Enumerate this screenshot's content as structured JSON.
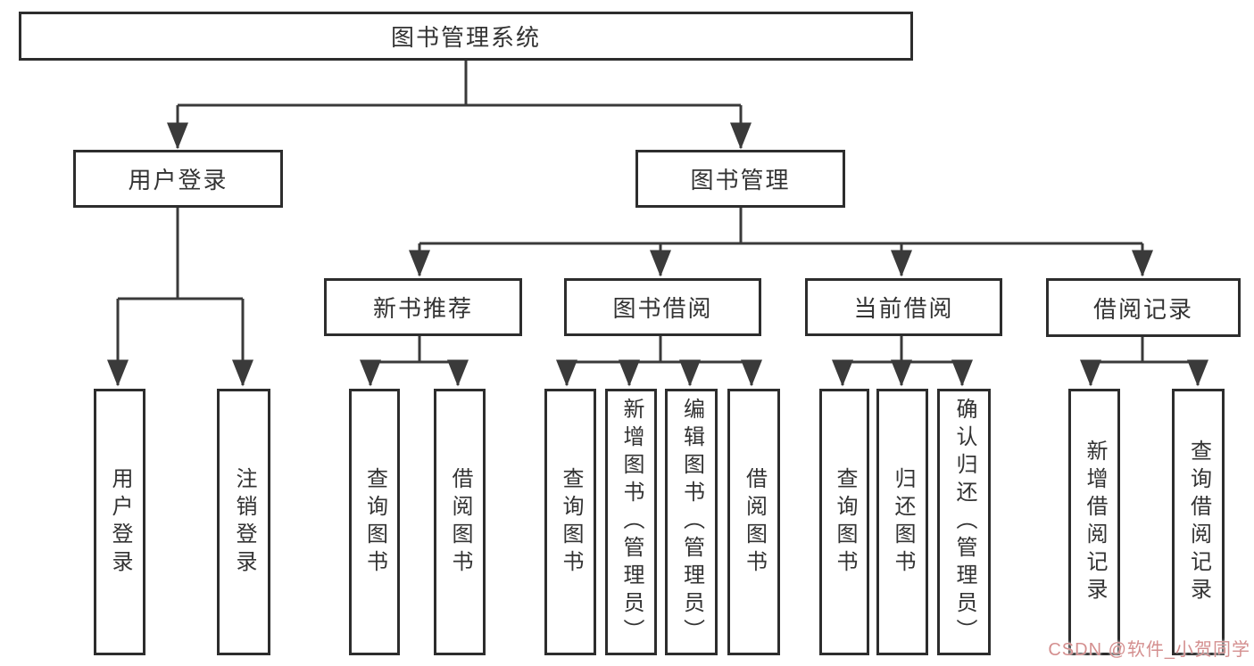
{
  "diagram": {
    "root": {
      "label": "图书管理系统"
    },
    "branches": [
      {
        "label": "用户登录",
        "children": [
          {
            "label": "用户登录"
          },
          {
            "label": "注销登录"
          }
        ]
      },
      {
        "label": "图书管理",
        "children": [
          {
            "label": "新书推荐",
            "children": [
              {
                "label": "查询图书"
              },
              {
                "label": "借阅图书"
              }
            ]
          },
          {
            "label": "图书借阅",
            "children": [
              {
                "label": "查询图书"
              },
              {
                "label": "新增图书（管理员）"
              },
              {
                "label": "编辑图书（管理员）"
              },
              {
                "label": "借阅图书"
              }
            ]
          },
          {
            "label": "当前借阅",
            "children": [
              {
                "label": "查询图书"
              },
              {
                "label": "归还图书"
              },
              {
                "label": "确认归还（管理员）"
              }
            ]
          },
          {
            "label": "借阅记录",
            "children": [
              {
                "label": "新增借阅记录"
              },
              {
                "label": "查询借阅记录"
              }
            ]
          }
        ]
      }
    ]
  },
  "watermark": {
    "text": "CSDN @软件_小贺同学"
  },
  "colors": {
    "line": "#3a3a3a",
    "border": "#2d2d2d",
    "text": "#333333",
    "watermark": "#d48f8f",
    "background": "#ffffff"
  }
}
